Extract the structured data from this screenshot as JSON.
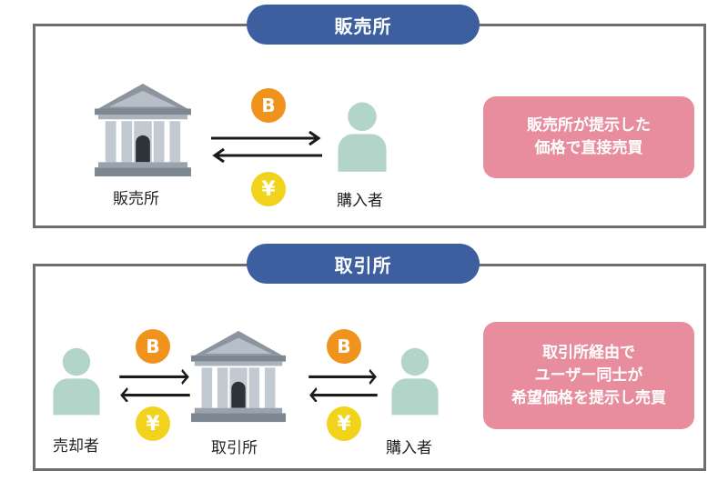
{
  "top_section": {
    "title": "販売所",
    "seller_label": "販売所",
    "buyer_label": "購入者",
    "note_lines": [
      "販売所が提示した",
      "価格で直接売買"
    ]
  },
  "bottom_section": {
    "title": "取引所",
    "seller_label": "売却者",
    "exchange_label": "取引所",
    "buyer_label": "購入者",
    "note_lines": [
      "取引所経由で",
      "ユーザー同士が",
      "希望価格を提示し売買"
    ]
  },
  "icons": {
    "bitcoin": "bitcoin-coin-icon",
    "yen": "yen-coin-icon",
    "bank": "bank-building-icon",
    "person": "person-icon"
  },
  "colors": {
    "header_blue": "#3d5f9f",
    "note_pink": "#e88d9d",
    "bitcoin_orange": "#f0931c",
    "yen_yellow": "#f2d31b",
    "person_teal": "#b3d4c8",
    "bank_grey": "#9aa3ad"
  }
}
